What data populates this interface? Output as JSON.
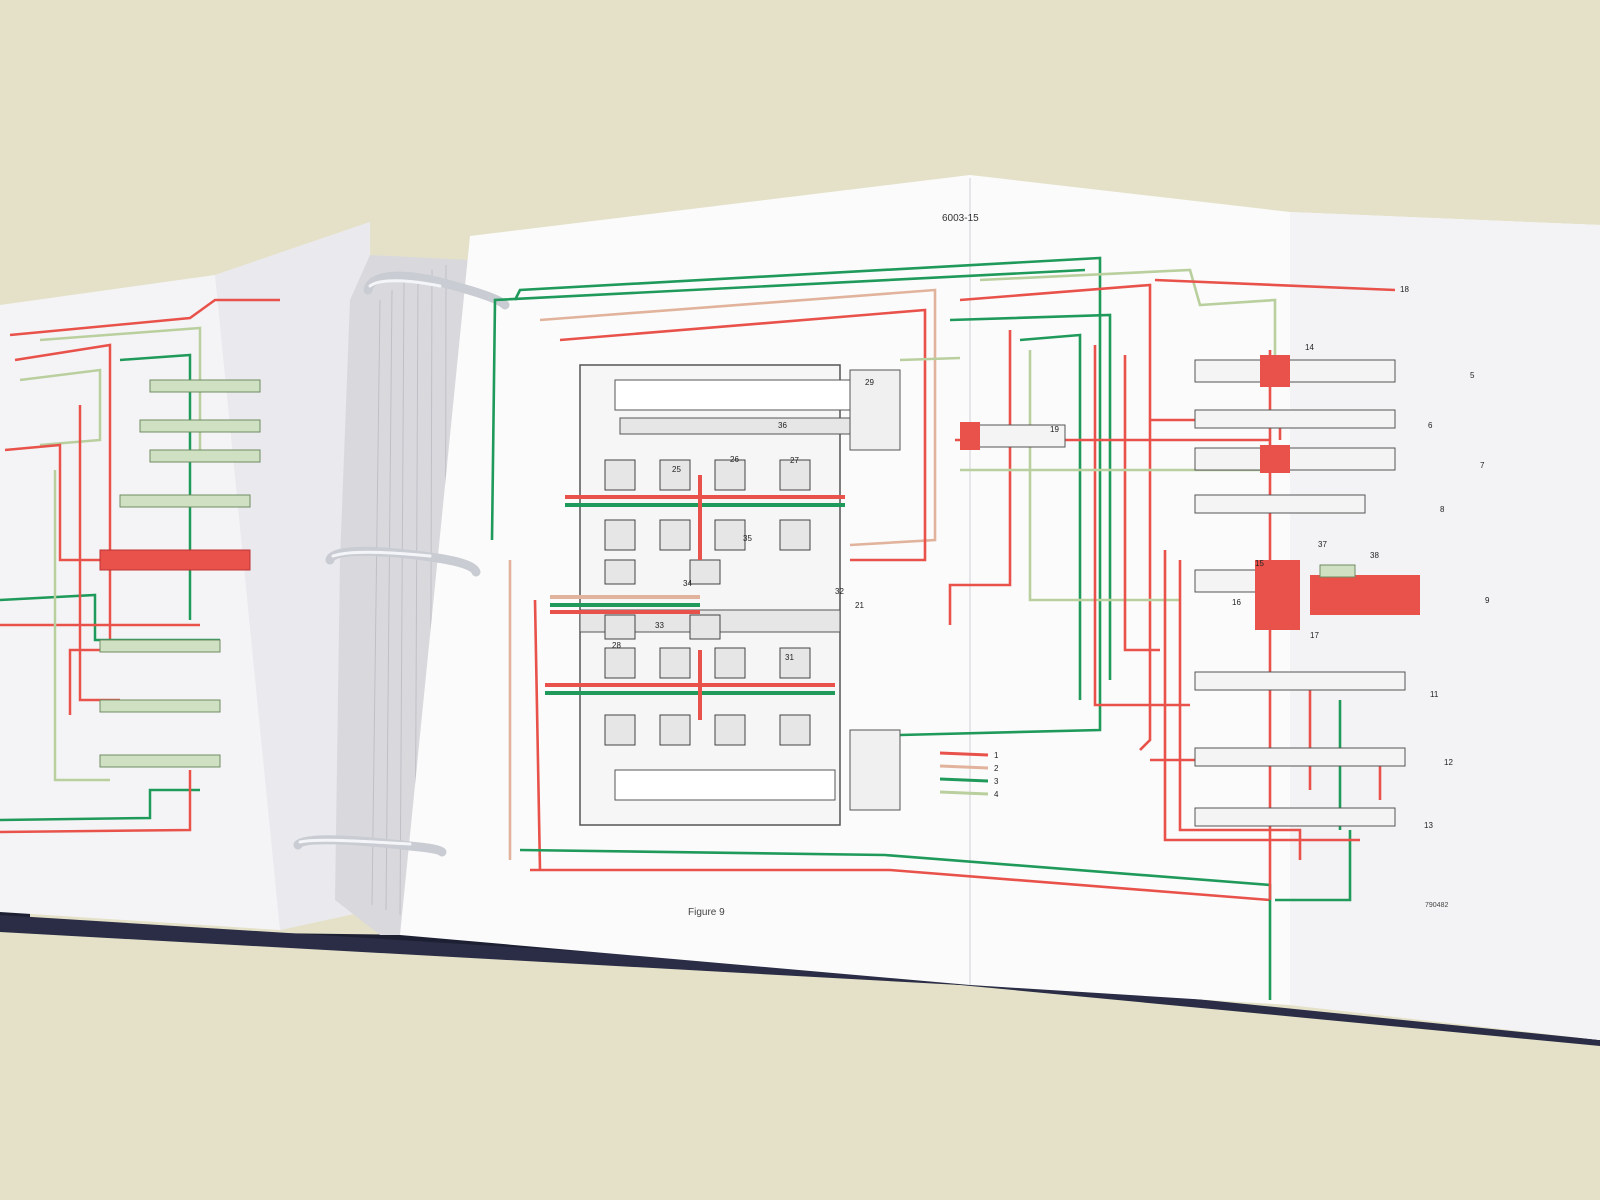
{
  "page_header": "6003-15",
  "figure_caption": "Figure 9",
  "figure_code": "790482",
  "legend": {
    "items": [
      {
        "number": "1",
        "color": "#e8524a"
      },
      {
        "number": "2",
        "color": "#e2b39c"
      },
      {
        "number": "3",
        "color": "#1f9a5a"
      },
      {
        "number": "4",
        "color": "#b9cf9e"
      }
    ]
  },
  "callouts": {
    "valves": [
      "5",
      "6",
      "7",
      "8",
      "9",
      "11",
      "12",
      "13"
    ],
    "parts": [
      "14",
      "15",
      "16",
      "17",
      "18",
      "19",
      "21",
      "25",
      "26",
      "27",
      "28",
      "29",
      "31",
      "32",
      "33",
      "34",
      "35",
      "36",
      "37",
      "38"
    ]
  },
  "colors": {
    "background": "#e4e1c8",
    "binder_cover": "#1d1f33",
    "paper": "#fafafa",
    "ring": "#c9ccd2",
    "oil_red": "#e8524a",
    "oil_pink": "#e2b39c",
    "oil_green": "#1f9a5a",
    "oil_light_green": "#b9cf9e"
  }
}
